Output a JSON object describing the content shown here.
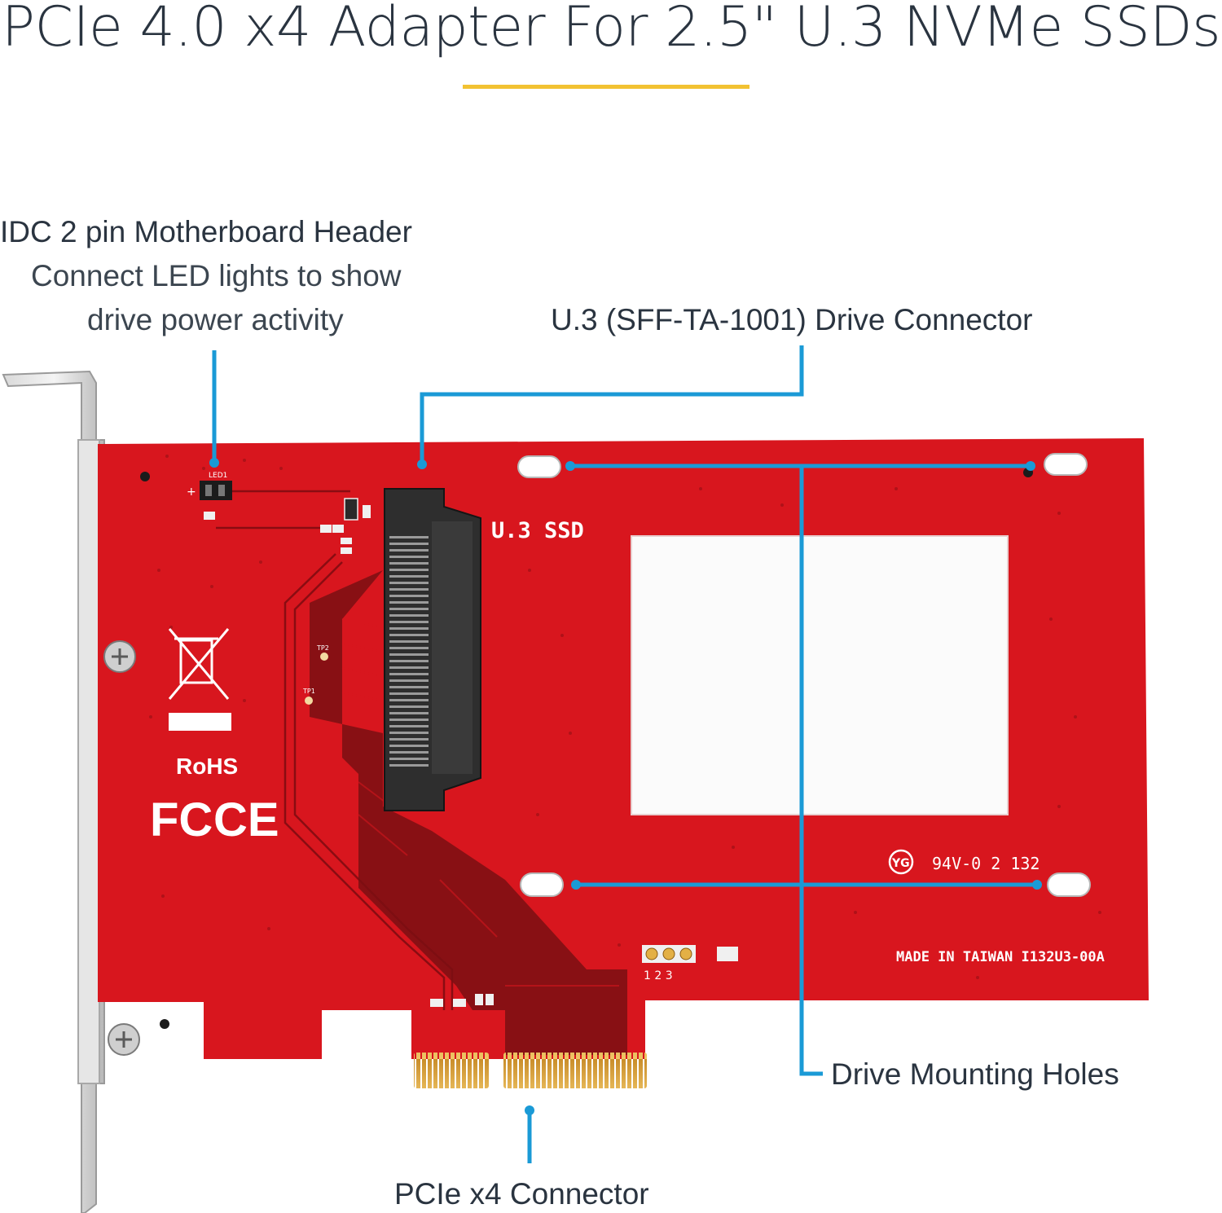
{
  "page": {
    "title": "PCIe 4.0 x4 Adapter For 2.5\" U.3 NVMe SSDs"
  },
  "callouts": {
    "idc_header": {
      "title": "IDC 2 pin Motherboard Header",
      "desc_line1": "Connect LED lights to show",
      "desc_line2": "drive power activity"
    },
    "drive_connector": {
      "title": "U.3 (SFF-TA-1001) Drive Connector"
    },
    "mounting_holes": {
      "title": "Drive Mounting Holes"
    },
    "pcie_connector": {
      "title": "PCIe x4 Connector"
    }
  },
  "board_markings": {
    "ssd_label": "U.3  SSD",
    "rohs": "RoHS",
    "fcc": "FC",
    "ce": "CE",
    "made_in": "MADE  IN  TAIWAN  I132U3-00A",
    "ul_mark": "YG",
    "ul_code": "94V-0  2 132",
    "led_ref": "LED1",
    "plus": "+",
    "tp1": "TP1",
    "tp2": "TP2",
    "jumper_nums": "1 2 3"
  },
  "colors": {
    "pcb_red": "#d8161e",
    "accent_blue": "#1a9ad6",
    "title_rule": "#f2c232",
    "gold_pins": "#e3b045"
  }
}
